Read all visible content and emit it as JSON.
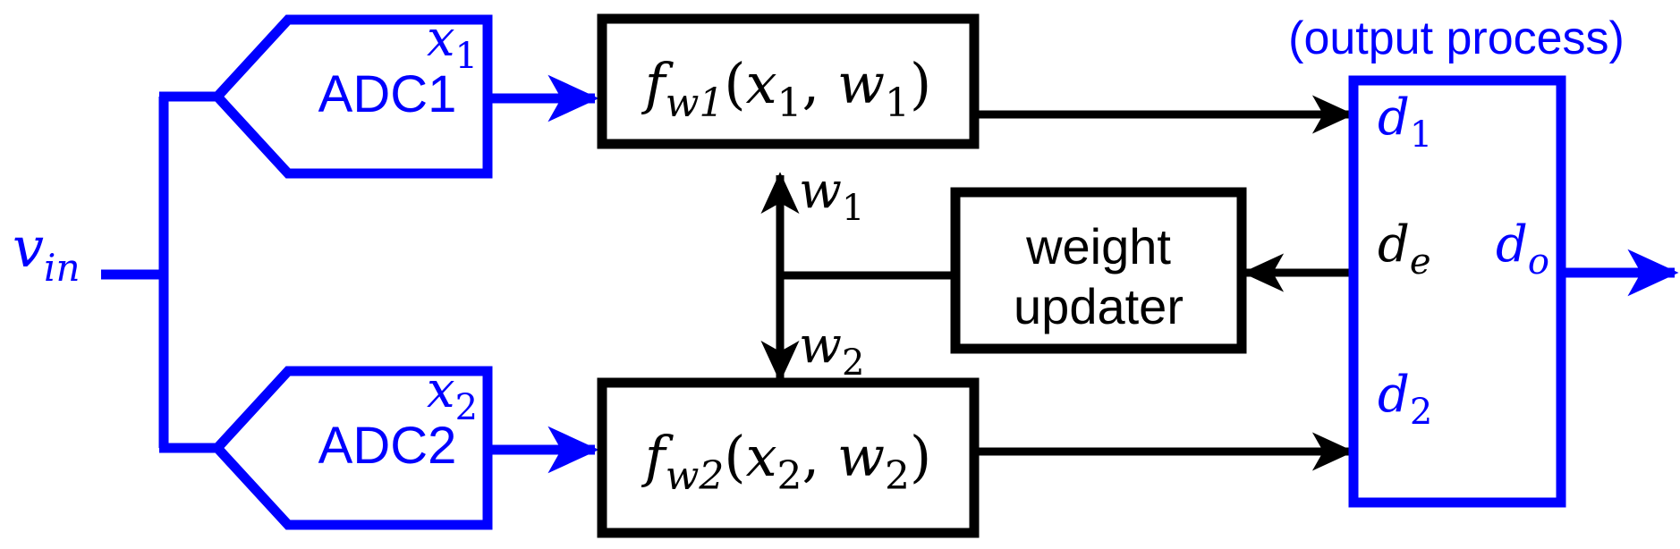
{
  "diagram": {
    "title_note": "(output process)",
    "colors": {
      "accent_blue": "#0000FF",
      "line_black": "#000000",
      "background": "#FFFFFF"
    },
    "input": {
      "signal_label_base": "v",
      "signal_label_sub": "in",
      "signal_label_full": "v_in"
    },
    "adc_blocks": [
      {
        "label": "ADC1",
        "output_base": "x",
        "output_sub": "1"
      },
      {
        "label": "ADC2",
        "output_base": "x",
        "output_sub": "2"
      }
    ],
    "function_blocks": [
      {
        "f_base": "f",
        "f_sub": "w1",
        "open_paren": "(",
        "arg1_base": "x",
        "arg1_sub": "1",
        "comma": ", ",
        "arg2_base": "w",
        "arg2_sub": "1",
        "close_paren": ")",
        "full_label": "f_w1(x_1, w_1)"
      },
      {
        "f_base": "f",
        "f_sub": "w2",
        "open_paren": "(",
        "arg1_base": "x",
        "arg1_sub": "2",
        "comma": ", ",
        "arg2_base": "w",
        "arg2_sub": "2",
        "close_paren": ")",
        "full_label": "f_w2(x_2, w_2)"
      }
    ],
    "weight_updater": {
      "line1": "weight",
      "line2": "updater",
      "full_label": "weight updater"
    },
    "weight_signals": [
      {
        "base": "w",
        "sub": "1",
        "full": "w_1"
      },
      {
        "base": "w",
        "sub": "2",
        "full": "w_2"
      }
    ],
    "output_process": {
      "caption": "(output process)",
      "ports": [
        {
          "base": "d",
          "sub": "1",
          "full": "d_1",
          "color": "#0000FF"
        },
        {
          "base": "d",
          "sub": "e",
          "full": "d_e",
          "color": "#000000"
        },
        {
          "base": "d",
          "sub": "o",
          "full": "d_o",
          "color": "#0000FF"
        },
        {
          "base": "d",
          "sub": "2",
          "full": "d_2",
          "color": "#0000FF"
        }
      ]
    }
  }
}
